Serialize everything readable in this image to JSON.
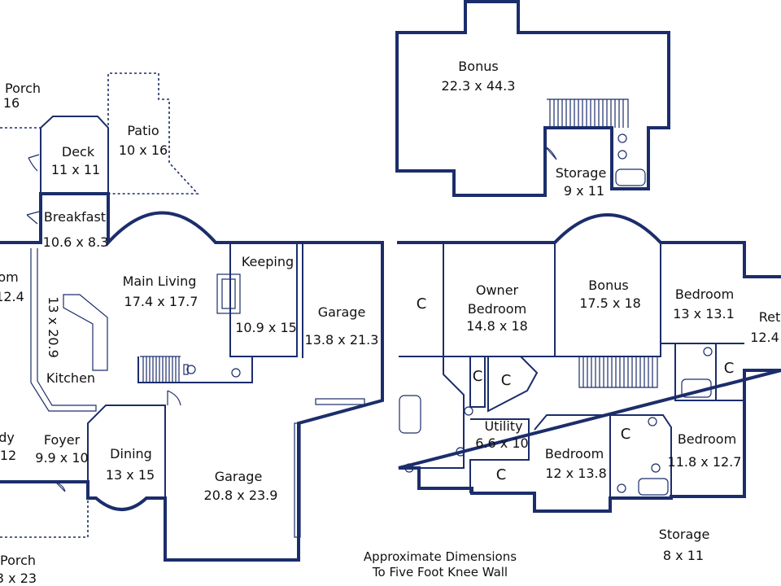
{
  "rooms": [
    {
      "id": "porch-top",
      "name": "Porch",
      "dims": "16"
    },
    {
      "id": "deck",
      "name": "Deck",
      "dims": "11 x 11"
    },
    {
      "id": "patio",
      "name": "Patio",
      "dims": "10 x 16"
    },
    {
      "id": "breakfast",
      "name": "Breakfast",
      "dims": "10.6 x 8.3"
    },
    {
      "id": "main-living",
      "name": "Main Living",
      "dims": "17.4 x 17.7"
    },
    {
      "id": "keeping",
      "name": "Keeping",
      "dims": "10.9 x 15"
    },
    {
      "id": "garage-small",
      "name": "Garage",
      "dims": "13.8 x 21.3"
    },
    {
      "id": "room-left",
      "name": "om",
      "dims": "12.4"
    },
    {
      "id": "kitchen",
      "name": "Kitchen",
      "dims": "13 x 20.9"
    },
    {
      "id": "study",
      "name": "dy",
      "dims": "12"
    },
    {
      "id": "foyer",
      "name": "Foyer",
      "dims": "9.9 x 10"
    },
    {
      "id": "dining",
      "name": "Dining",
      "dims": "13 x 15"
    },
    {
      "id": "garage-large",
      "name": "Garage",
      "dims": "20.8 x 23.9"
    },
    {
      "id": "porch-bottom",
      "name": "Porch",
      "dims": "3 x 23"
    },
    {
      "id": "bonus-top",
      "name": "Bonus",
      "dims": "22.3 x 44.3"
    },
    {
      "id": "storage-top",
      "name": "Storage",
      "dims": "9 x 11"
    },
    {
      "id": "owner-bedroom",
      "name": "Owner\nBedroom",
      "dims": "14.8 x 18"
    },
    {
      "id": "bonus-mid",
      "name": "Bonus",
      "dims": "17.5 x 18"
    },
    {
      "id": "bedroom-1",
      "name": "Bedroom",
      "dims": "13 x 13.1"
    },
    {
      "id": "retreat",
      "name": "Ret",
      "dims": "12.4"
    },
    {
      "id": "utility",
      "name": "Utility",
      "dims": "6.6 x 10"
    },
    {
      "id": "bedroom-2",
      "name": "Bedroom",
      "dims": "12 x 13.8"
    },
    {
      "id": "bedroom-3",
      "name": "Bedroom",
      "dims": "11.8 x 12.7"
    },
    {
      "id": "storage-bottom",
      "name": "Storage",
      "dims": "8 x 11"
    }
  ],
  "closet_label": "C",
  "note": {
    "line1": "Approximate Dimensions",
    "line2": "To Five Foot Knee Wall"
  }
}
